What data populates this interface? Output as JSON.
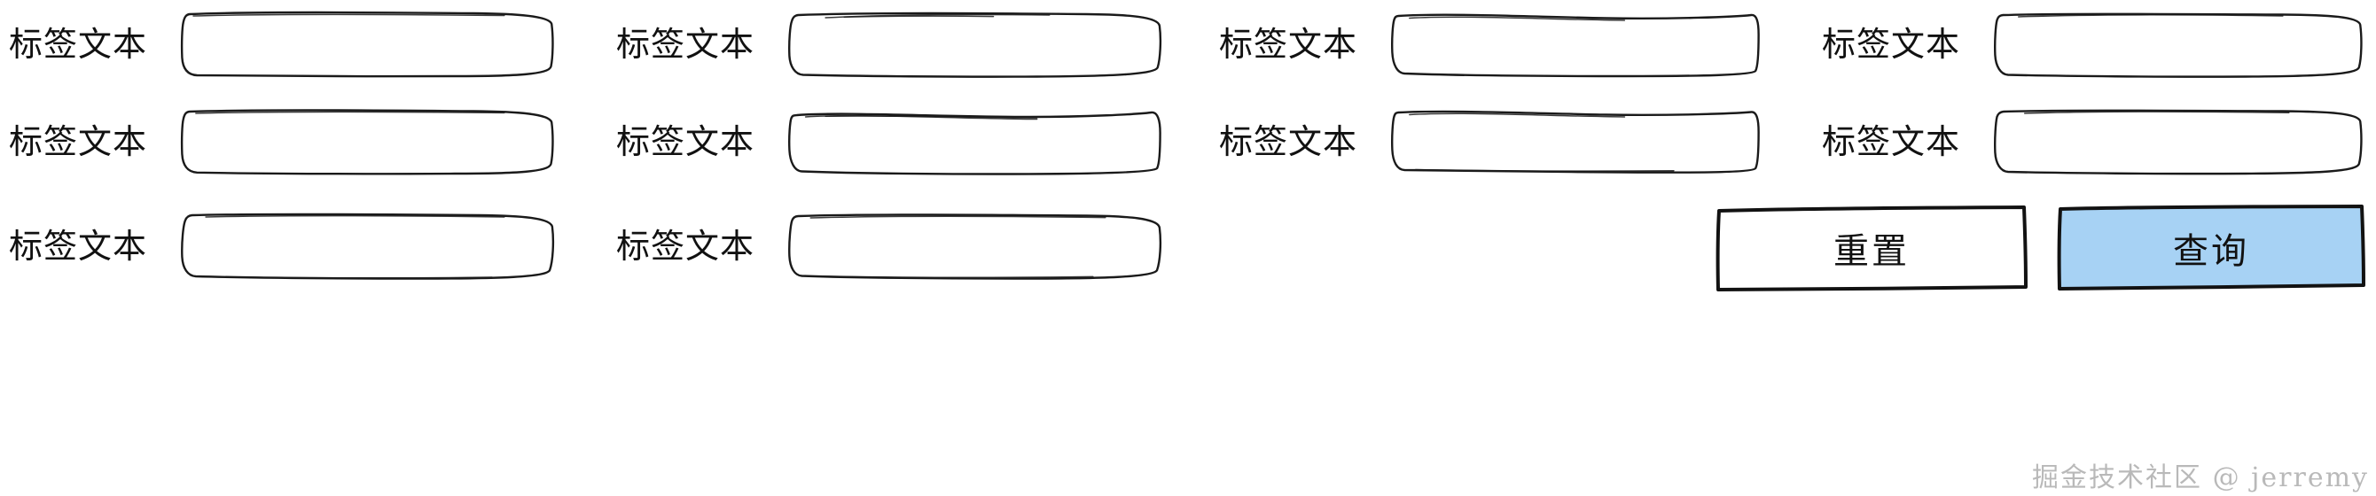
{
  "meta": {
    "style": "hand-drawn wireframe",
    "colors": {
      "ink": "#1a1a1a",
      "page_background": "#ffffff",
      "primary_button_fill": "#A7D2F4",
      "secondary_button_fill": "#ffffff",
      "watermark": "#b9b9b9"
    }
  },
  "form": {
    "rows": [
      {
        "fields": [
          {
            "label": "标签文本",
            "value": "",
            "placeholder": ""
          },
          {
            "label": "标签文本",
            "value": "",
            "placeholder": ""
          },
          {
            "label": "标签文本",
            "value": "",
            "placeholder": ""
          },
          {
            "label": "标签文本",
            "value": "",
            "placeholder": ""
          }
        ]
      },
      {
        "fields": [
          {
            "label": "标签文本",
            "value": "",
            "placeholder": ""
          },
          {
            "label": "标签文本",
            "value": "",
            "placeholder": ""
          },
          {
            "label": "标签文本",
            "value": "",
            "placeholder": ""
          },
          {
            "label": "标签文本",
            "value": "",
            "placeholder": ""
          }
        ]
      },
      {
        "fields": [
          {
            "label": "标签文本",
            "value": "",
            "placeholder": ""
          },
          {
            "label": "标签文本",
            "value": "",
            "placeholder": ""
          }
        ]
      }
    ]
  },
  "actions": {
    "reset_label": "重置",
    "query_label": "查询"
  },
  "watermark": {
    "text": "掘金技术社区 @ jerremy"
  }
}
